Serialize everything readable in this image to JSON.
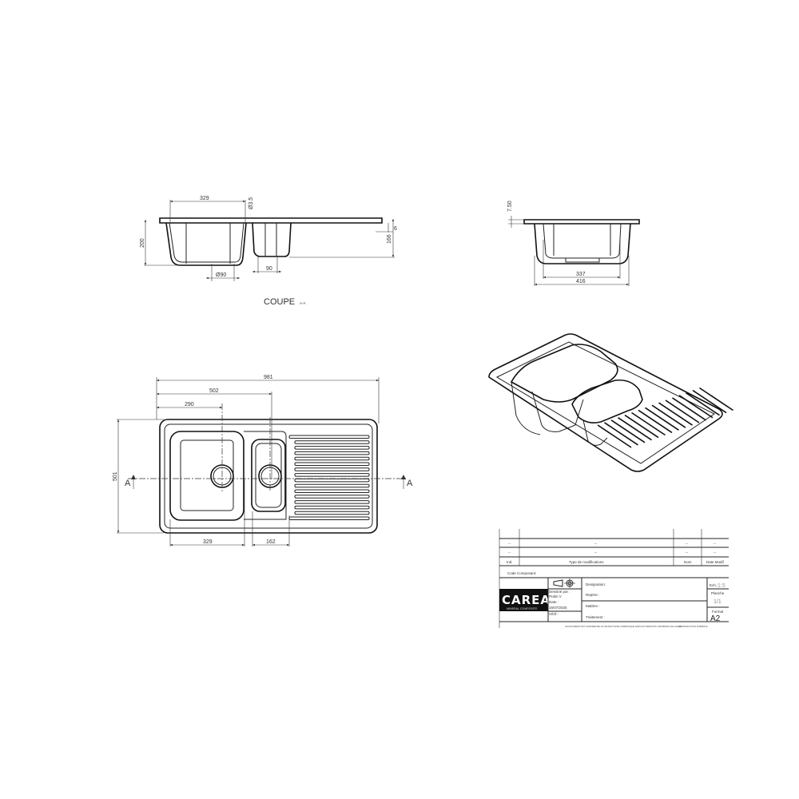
{
  "section_view": {
    "title": "COUPE",
    "title_suffix": "A-A",
    "dims": {
      "width_bowl": "329",
      "drain_hole": "Ø3.5",
      "depth_main": "200",
      "deck_thickness": "6",
      "depth_small": "166",
      "drain_main": "Ø90",
      "drain_small": "90"
    }
  },
  "side_view": {
    "dims": {
      "deck": "7.50",
      "inner": "337",
      "outer": "416"
    }
  },
  "plan_view": {
    "dims": {
      "overall": "981",
      "to_small_drain": "502",
      "to_main_drain": "290",
      "depth": "501",
      "main_bowl": "329",
      "small_bowl": "162"
    },
    "section_marker_left": "A",
    "section_marker_right": "A"
  },
  "title_block": {
    "revision_rows": [
      [
        "--",
        "--",
        "--",
        "--"
      ],
      [
        "--",
        "--",
        "--",
        "--"
      ]
    ],
    "headers": {
      "ind": "Ind.",
      "type": "Type de modifications",
      "nom": "Nom",
      "date": "Date Modif"
    },
    "code_composant": "Code Composant:",
    "logo": {
      "brand": "CAREA",
      "tagline": "MINERAL COMPOSITE"
    },
    "dessine_par_label": "Dessiné par :",
    "dessine_par": "Pralin V",
    "date_label": "Date :",
    "date": "16/07/2025",
    "verif_label": "Vérif.:",
    "designation": "Designation:",
    "repere": "Repère :",
    "matiere": "Matière :",
    "traitement": "Traitement :",
    "echelle_label": "Ech.:",
    "echelle": "1:5",
    "planche_label": "Planche",
    "planche": "1/1",
    "format_label": "Format",
    "format": "A2",
    "footer_left": "CE DOCUMENT EST CONFIDENTIEL ET NE PEUT ETRE COMMUNIQUE SANS AUTORISATION, PROPRIETE DE CAREA",
    "footer_right": "REPRODUCTION INTERDITE"
  }
}
